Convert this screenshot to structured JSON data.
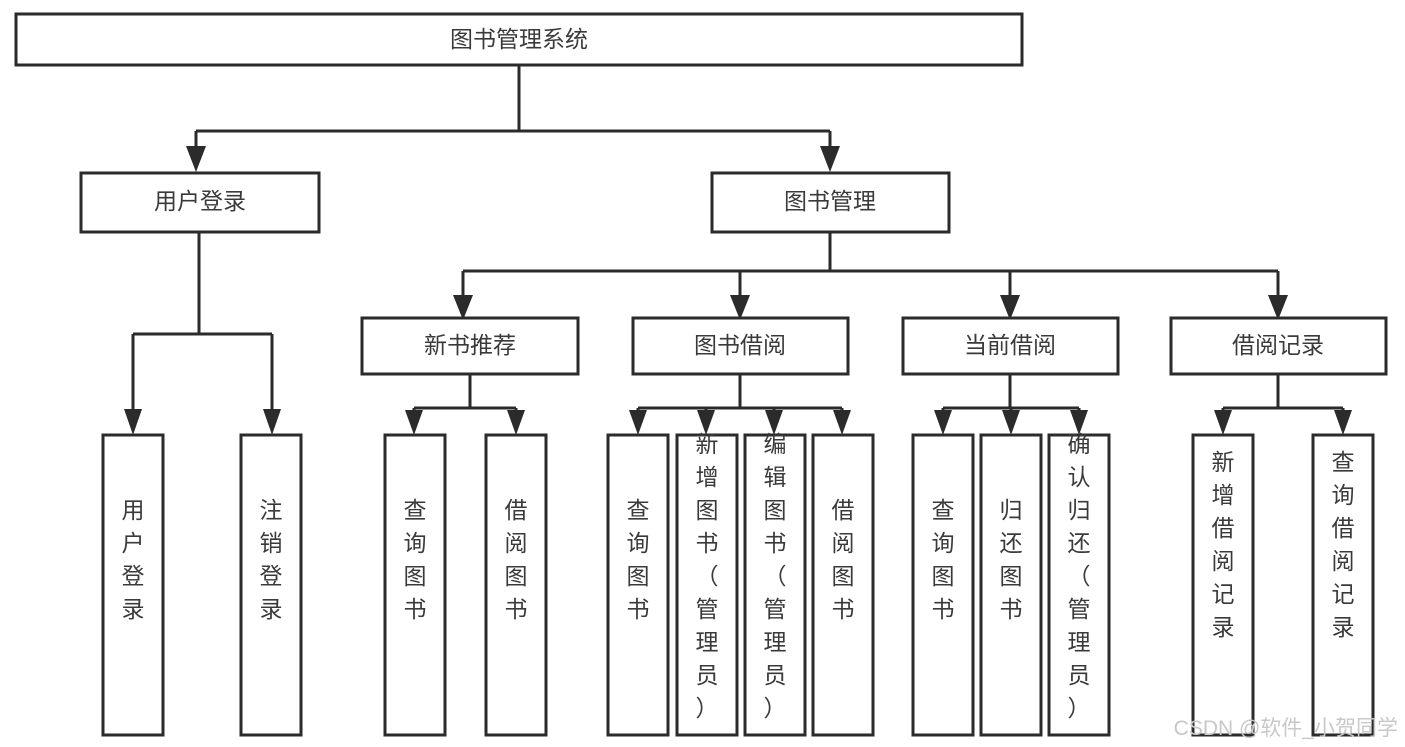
{
  "diagram": {
    "title": "图书管理系统",
    "type": "hierarchy-tree",
    "orientation": "top-down",
    "root": {
      "label": "图书管理系统",
      "children": [
        {
          "label": "用户登录",
          "children": [
            {
              "label": "用户登录"
            },
            {
              "label": "注销登录"
            }
          ]
        },
        {
          "label": "图书管理",
          "children": [
            {
              "label": "新书推荐",
              "children": [
                {
                  "label": "查询图书"
                },
                {
                  "label": "借阅图书"
                }
              ]
            },
            {
              "label": "图书借阅",
              "children": [
                {
                  "label": "查询图书"
                },
                {
                  "label": "新增图书（管理员）"
                },
                {
                  "label": "编辑图书（管理员）"
                },
                {
                  "label": "借阅图书"
                }
              ]
            },
            {
              "label": "当前借阅",
              "children": [
                {
                  "label": "查询图书"
                },
                {
                  "label": "归还图书"
                },
                {
                  "label": "确认归还（管理员）"
                }
              ]
            },
            {
              "label": "借阅记录",
              "children": [
                {
                  "label": "新增借阅记录"
                },
                {
                  "label": "查询借阅记录"
                }
              ]
            }
          ]
        }
      ]
    }
  },
  "nodes": {
    "root": "图书管理系统",
    "level1": {
      "user_login": "用户登录",
      "book_management": "图书管理"
    },
    "level2": {
      "new_book_recommend": "新书推荐",
      "book_borrow": "图书借阅",
      "current_borrow": "当前借阅",
      "borrow_record": "借阅记录"
    },
    "leaves": {
      "user_login_1": "用户登录",
      "user_login_2": "注销登录",
      "recommend_1": "查询图书",
      "recommend_2": "借阅图书",
      "borrow_1": "查询图书",
      "borrow_2": "新增图书（管理员）",
      "borrow_3": "编辑图书（管理员）",
      "borrow_4": "借阅图书",
      "current_1": "查询图书",
      "current_2": "归还图书",
      "current_3": "确认归还（管理员）",
      "record_1": "新增借阅记录",
      "record_2": "查询借阅记录"
    }
  },
  "watermark": {
    "text": "CSDN @软件_小贺同学"
  },
  "colors": {
    "background": "#ffffff",
    "box_fill": "#ffffff",
    "box_stroke": "#2b2b2b",
    "text": "#3a3a3a",
    "connector": "#2b2b2b",
    "watermark": "#c8c8c8"
  }
}
